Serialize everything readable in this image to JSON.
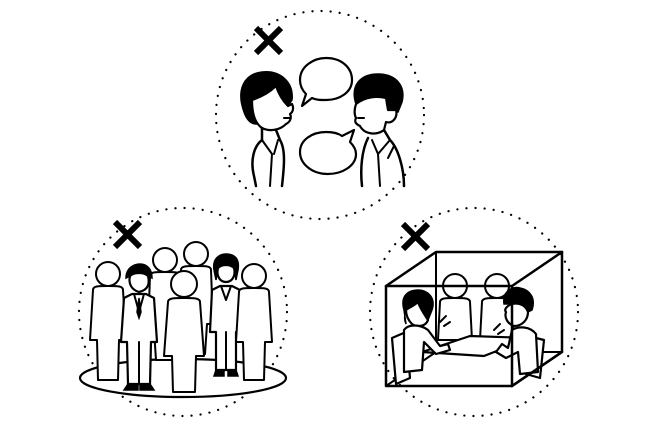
{
  "illustration": {
    "panels": [
      {
        "id": "conversation",
        "crossed_out": true
      },
      {
        "id": "crowd",
        "crossed_out": true
      },
      {
        "id": "closed-room",
        "crossed_out": true
      }
    ],
    "colors": {
      "line": "#000000",
      "background": "#ffffff"
    }
  }
}
